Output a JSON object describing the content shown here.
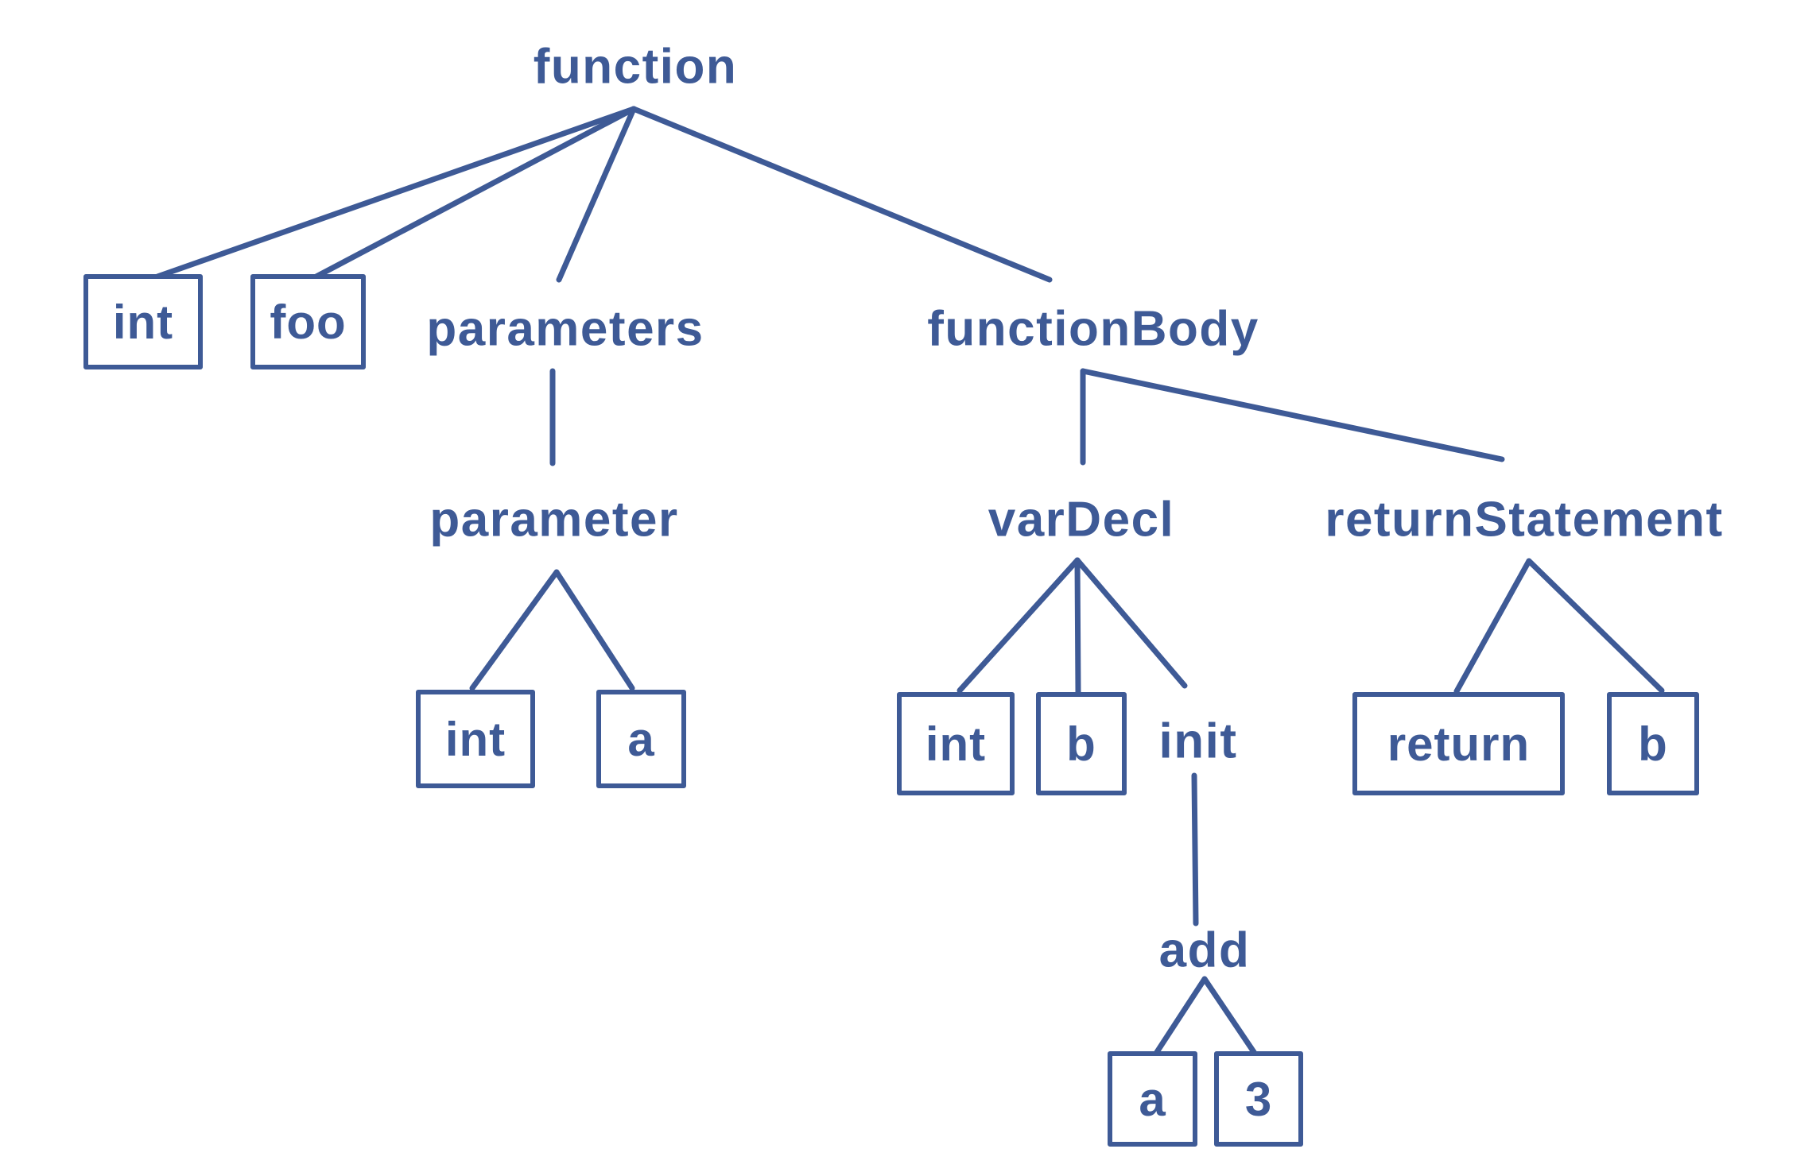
{
  "colors": {
    "ink": "#3e5a96",
    "background": "#ffffff"
  },
  "nodes": {
    "function": "function",
    "int_1": "int",
    "foo": "foo",
    "parameters": "parameters",
    "function_body": "functionBody",
    "parameter": "parameter",
    "int_2": "int",
    "a_1": "a",
    "var_decl": "varDecl",
    "int_3": "int",
    "b_1": "b",
    "init": "init",
    "add": "add",
    "a_2": "a",
    "three": "3",
    "return_statement": "returnStatement",
    "return_kw": "return",
    "b_2": "b"
  },
  "tree": {
    "label": "function",
    "boxed": false,
    "children": [
      {
        "label": "int",
        "boxed": true
      },
      {
        "label": "foo",
        "boxed": true
      },
      {
        "label": "parameters",
        "boxed": false,
        "children": [
          {
            "label": "parameter",
            "boxed": false,
            "children": [
              {
                "label": "int",
                "boxed": true
              },
              {
                "label": "a",
                "boxed": true
              }
            ]
          }
        ]
      },
      {
        "label": "functionBody",
        "boxed": false,
        "children": [
          {
            "label": "varDecl",
            "boxed": false,
            "children": [
              {
                "label": "int",
                "boxed": true
              },
              {
                "label": "b",
                "boxed": true
              },
              {
                "label": "init",
                "boxed": false,
                "children": [
                  {
                    "label": "add",
                    "boxed": false,
                    "children": [
                      {
                        "label": "a",
                        "boxed": true
                      },
                      {
                        "label": "3",
                        "boxed": true
                      }
                    ]
                  }
                ]
              }
            ]
          },
          {
            "label": "returnStatement",
            "boxed": false,
            "children": [
              {
                "label": "return",
                "boxed": true
              },
              {
                "label": "b",
                "boxed": true
              }
            ]
          }
        ]
      }
    ]
  }
}
